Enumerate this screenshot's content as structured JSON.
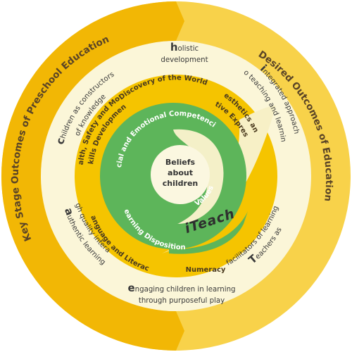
{
  "outer_ring": {
    "left_label": "Key Stage Outcomes of Preschool Education",
    "right_label": "Desired Outcomes of Education",
    "color_left": "#f2b705",
    "color_right": "#f8d24a"
  },
  "principles": [
    {
      "initial": "h",
      "rest": "olistic",
      "line2": "development"
    },
    {
      "initial": "i",
      "rest": "ntegrated approach",
      "line2": "to teaching and learning"
    },
    {
      "initial": "T",
      "rest": "eachers as",
      "line2": "facilitators of learning"
    },
    {
      "initial": "e",
      "rest": "ngaging children in learning",
      "line2": "through purposeful play"
    },
    {
      "initial": "a",
      "rest": "uthentic learning",
      "line2": "through quality interactions"
    },
    {
      "initial": "c",
      "rest": "hildren as constructors",
      "line2": "of knowledge"
    }
  ],
  "learning_areas": {
    "discovery": "Discovery of the World",
    "aesthetics_1": "Aesthetics and",
    "aesthetics_2": "Creative Expression",
    "health_1": "Health, Safety and Motor",
    "health_2": "Skills Development",
    "language": "Language and Literacy",
    "numeracy": "Numeracy"
  },
  "green_spiral": {
    "social": "Social and Emotional Competencies",
    "values": "Values",
    "dispositions": "Learning Dispositions",
    "color": "#5db55a"
  },
  "center": {
    "line1": "Beliefs",
    "line2": "about",
    "line3": "children"
  },
  "brand": "iTeach"
}
